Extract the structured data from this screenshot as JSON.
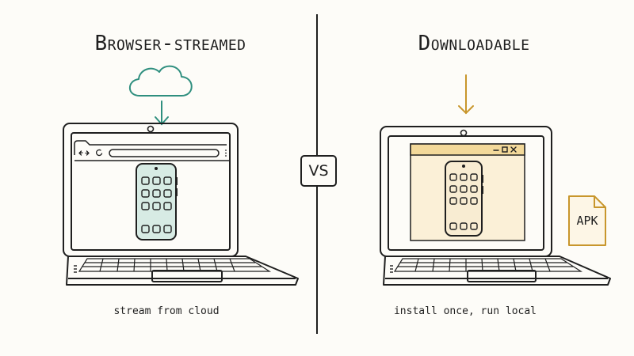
{
  "left_panel": {
    "title": "Browser-streamed",
    "caption": "stream from cloud",
    "accent_color": "#2f8f7f",
    "cloud_icon": "cloud-icon",
    "arrow_icon": "arrow-down-icon"
  },
  "right_panel": {
    "title": "Downloadable",
    "caption": "install once, run local",
    "accent_color": "#c8962c",
    "file_badge": "APK",
    "arrow_icon": "arrow-down-icon"
  },
  "divider": {
    "label": "VS"
  }
}
